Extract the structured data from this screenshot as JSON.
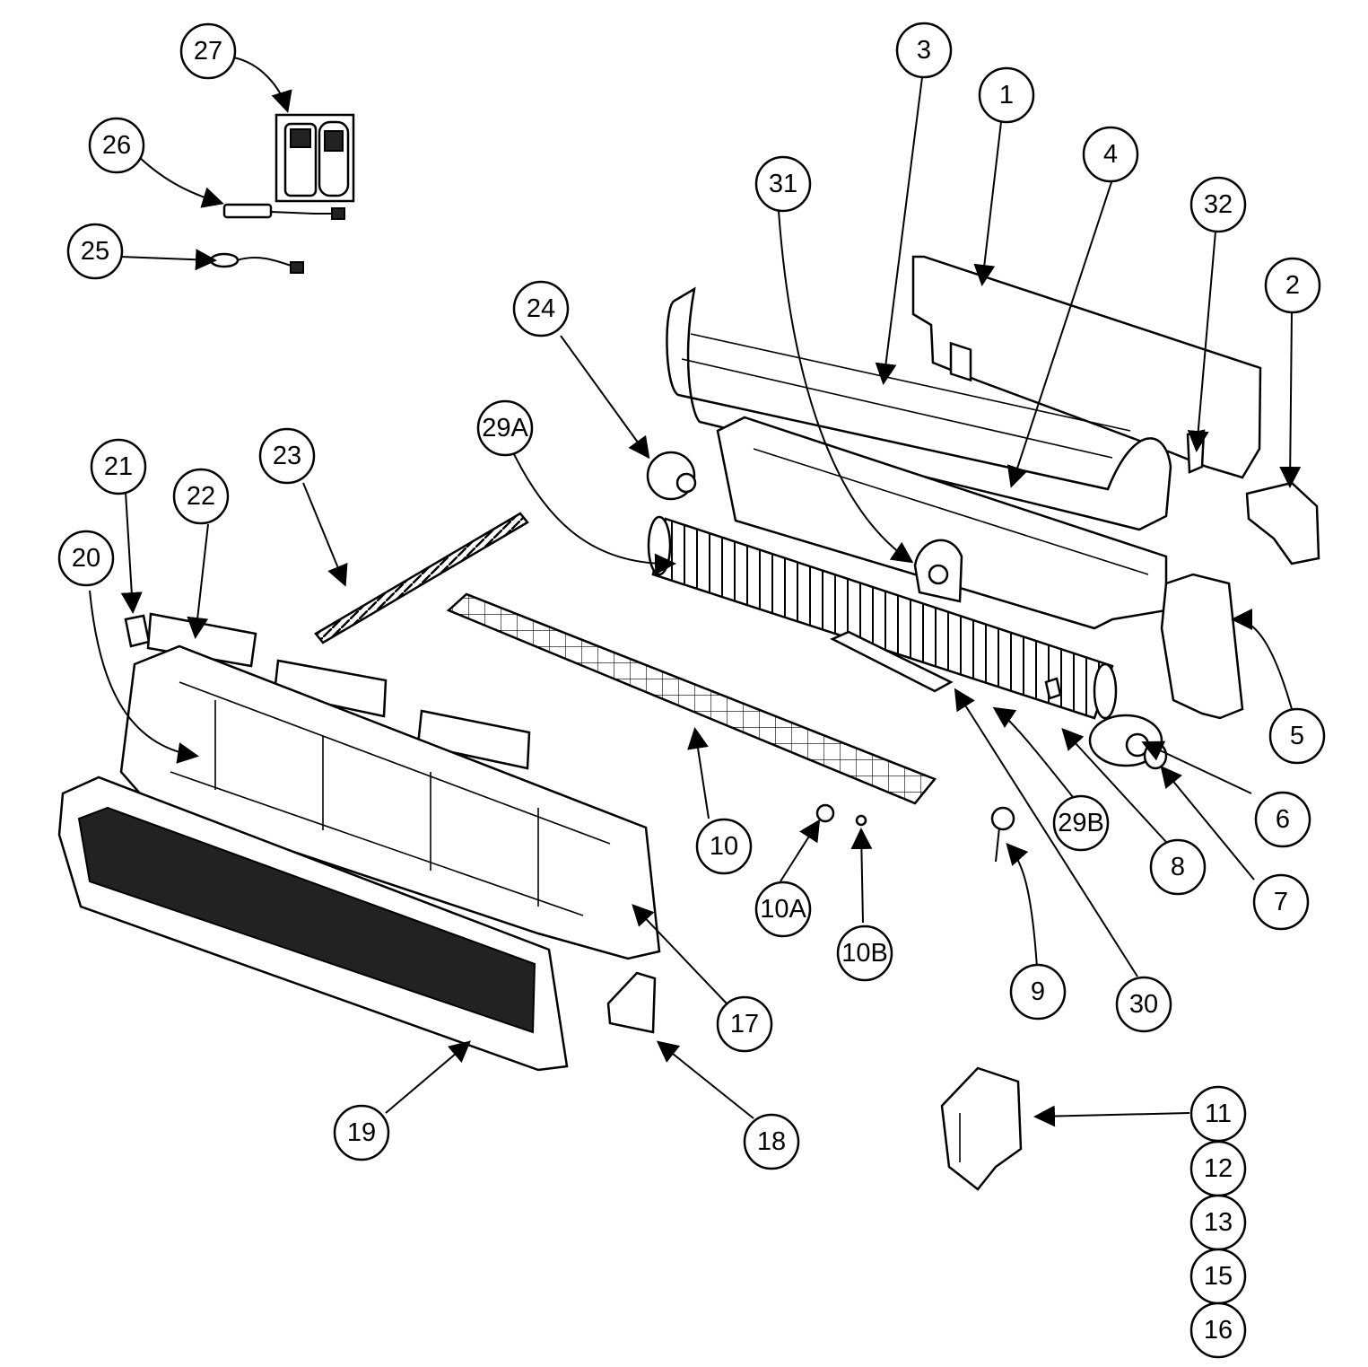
{
  "diagram": {
    "callouts": [
      "1",
      "2",
      "3",
      "4",
      "5",
      "6",
      "7",
      "8",
      "9",
      "10",
      "10A",
      "10B",
      "11",
      "12",
      "13",
      "15",
      "16",
      "17",
      "18",
      "19",
      "20",
      "21",
      "22",
      "23",
      "24",
      "25",
      "26",
      "27",
      "29A",
      "29B",
      "30",
      "31",
      "32"
    ],
    "accent_colors": {
      "line": "#000000",
      "background": "#ffffff"
    }
  }
}
